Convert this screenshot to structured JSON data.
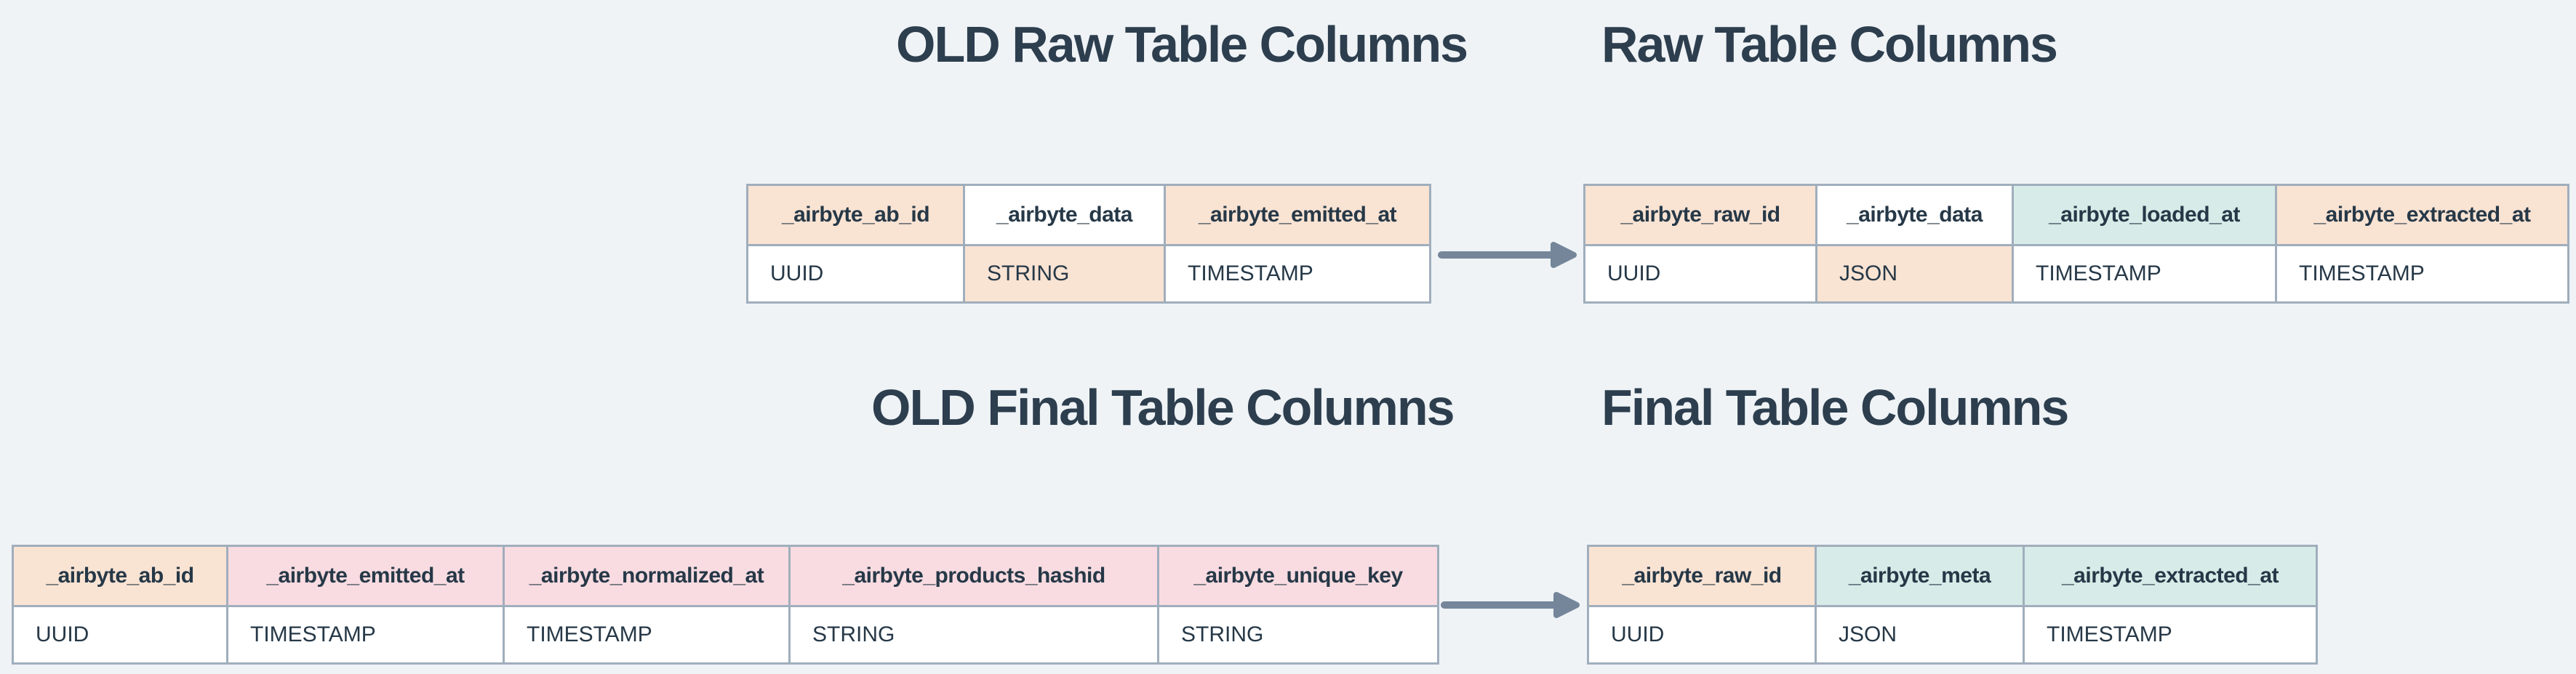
{
  "colors": {
    "background": "#eff3f6",
    "border": "#a0aebc",
    "arrow": "#75869a",
    "heading": "#2d3e4e",
    "text": "#263847",
    "peach": "#f9e3d3",
    "pink": "#f8dce1",
    "teal": "#d7ebe8",
    "white": "#ffffff"
  },
  "headings": {
    "old_raw": "OLD Raw Table Columns",
    "new_raw": "Raw Table Columns",
    "old_final": "OLD Final Table Columns",
    "new_final": "Final Table Columns"
  },
  "tables": {
    "old_raw": {
      "columns": [
        {
          "name": "_airbyte_ab_id",
          "type": "UUID",
          "header_bg": "#f9e3d3",
          "value_bg": "#ffffff"
        },
        {
          "name": "_airbyte_data",
          "type": "STRING",
          "header_bg": "#ffffff",
          "value_bg": "#f9e3d3"
        },
        {
          "name": "_airbyte_emitted_at",
          "type": "TIMESTAMP",
          "header_bg": "#f9e3d3",
          "value_bg": "#ffffff"
        }
      ]
    },
    "new_raw": {
      "columns": [
        {
          "name": "_airbyte_raw_id",
          "type": "UUID",
          "header_bg": "#f9e3d3",
          "value_bg": "#ffffff"
        },
        {
          "name": "_airbyte_data",
          "type": "JSON",
          "header_bg": "#ffffff",
          "value_bg": "#f9e3d3"
        },
        {
          "name": "_airbyte_loaded_at",
          "type": "TIMESTAMP",
          "header_bg": "#d7ebe8",
          "value_bg": "#ffffff"
        },
        {
          "name": "_airbyte_extracted_at",
          "type": "TIMESTAMP",
          "header_bg": "#f9e3d3",
          "value_bg": "#ffffff"
        }
      ]
    },
    "old_final": {
      "columns": [
        {
          "name": "_airbyte_ab_id",
          "type": "UUID",
          "header_bg": "#f9e3d3",
          "value_bg": "#ffffff"
        },
        {
          "name": "_airbyte_emitted_at",
          "type": "TIMESTAMP",
          "header_bg": "#f8dce1",
          "value_bg": "#ffffff"
        },
        {
          "name": "_airbyte_normalized_at",
          "type": "TIMESTAMP",
          "header_bg": "#f8dce1",
          "value_bg": "#ffffff"
        },
        {
          "name": "_airbyte_products_hashid",
          "type": "STRING",
          "header_bg": "#f8dce1",
          "value_bg": "#ffffff"
        },
        {
          "name": "_airbyte_unique_key",
          "type": "STRING",
          "header_bg": "#f8dce1",
          "value_bg": "#ffffff"
        }
      ]
    },
    "new_final": {
      "columns": [
        {
          "name": "_airbyte_raw_id",
          "type": "UUID",
          "header_bg": "#f9e3d3",
          "value_bg": "#ffffff"
        },
        {
          "name": "_airbyte_meta",
          "type": "JSON",
          "header_bg": "#d7ebe8",
          "value_bg": "#ffffff"
        },
        {
          "name": "_airbyte_extracted_at",
          "type": "TIMESTAMP",
          "header_bg": "#d7ebe8",
          "value_bg": "#ffffff"
        }
      ]
    }
  }
}
